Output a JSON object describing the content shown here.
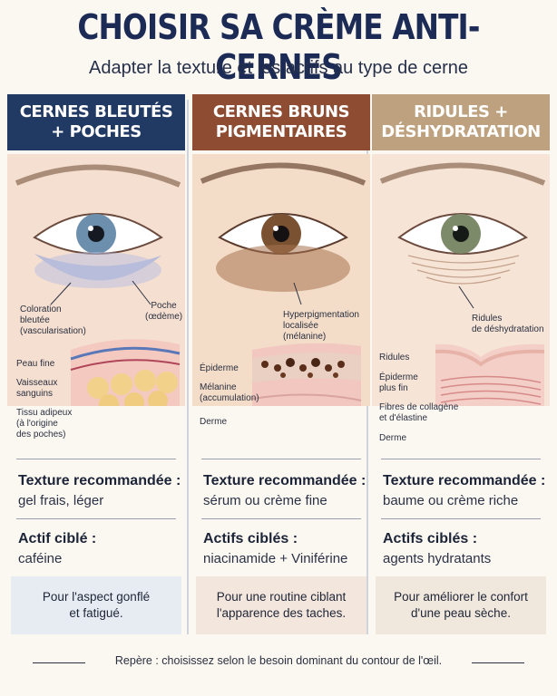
{
  "title": "CHOISIR SA CRÈME ANTI-CERNES",
  "subtitle": "Adapter la texture et les actifs au type de cerne",
  "colors": {
    "col1": "#213a64",
    "col2": "#8e4d33",
    "col3": "#bea27f",
    "note1": "#e7ecf2",
    "note2": "#f3e6dc",
    "note3": "#f0e8dc"
  },
  "columns": [
    {
      "header_line1": "CERNES BLEUTÉS",
      "header_line2": "+ POCHES",
      "eye_labels": [
        "Coloration\nbleutée\n(vascularisation)",
        "Poche\n(œdème)"
      ],
      "skin_labels": [
        "Peau fine",
        "Vaisseaux\nsanguins",
        "Tissu adipeux\n(à l'origine\ndes poches)"
      ],
      "texture_title": "Texture recommandée :",
      "texture_value": "gel frais, léger",
      "actif_title": "Actif ciblé :",
      "actif_value": "caféine",
      "note": "Pour l'aspect gonflé\net fatigué."
    },
    {
      "header_line1": "CERNES BRUNS",
      "header_line2": "PIGMENTAIRES",
      "eye_labels": [
        "Hyperpigmentation\nlocalisée\n(mélanine)"
      ],
      "skin_labels": [
        "Épiderme",
        "Mélanine\n(accumulation)",
        "Derme"
      ],
      "texture_title": "Texture recommandée :",
      "texture_value": "sérum ou crème fine",
      "actif_title": "Actifs ciblés :",
      "actif_value": "niacinamide + Viniférine",
      "note": "Pour une routine ciblant\nl'apparence des taches."
    },
    {
      "header_line1": "RIDULES +",
      "header_line2": "DÉSHYDRATATION",
      "eye_labels": [
        "Ridules\nde déshydratation"
      ],
      "skin_labels": [
        "Ridules",
        "Épiderme\nplus fin",
        "Fibres de collagène\net d'élastine",
        "Derme"
      ],
      "texture_title": "Texture recommandée :",
      "texture_value": "baume ou crème riche",
      "actif_title": "Actifs ciblés :",
      "actif_value": "agents hydratants",
      "note": "Pour améliorer le confort\nd'une peau sèche."
    }
  ],
  "footer": "Repère : choisissez selon le besoin dominant du contour de l'œil."
}
